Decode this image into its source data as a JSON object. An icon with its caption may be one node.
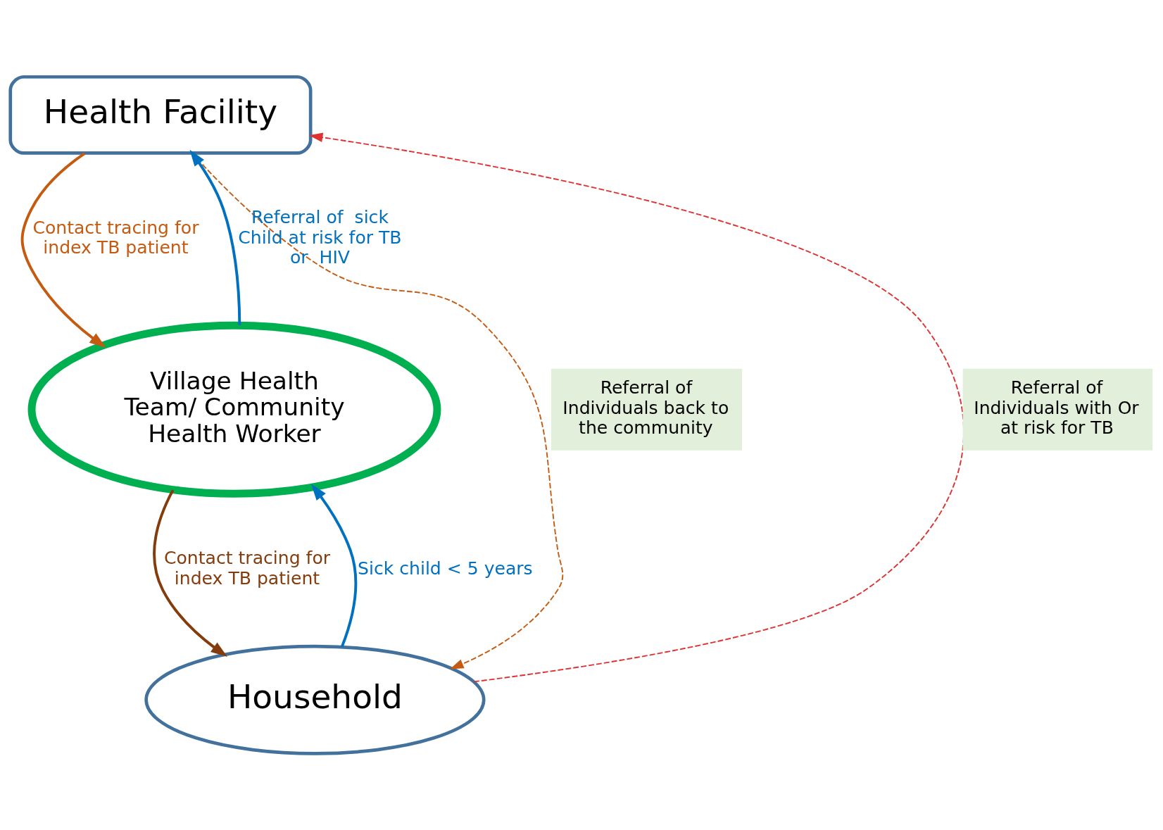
{
  "diagram": {
    "nodes": [
      {
        "text": [
          "Health Facility"
        ]
      },
      {
        "text": [
          "Village Health Team/ Community Health Worker"
        ]
      },
      {
        "text": [
          "Household"
        ]
      }
    ],
    "edges": [
      {
        "from": 0,
        "to": 1,
        "arrow": "to",
        "label": "Contact tracing for index TB patient",
        "color": "#c55a11"
      },
      {
        "from": 1,
        "to": 0,
        "arrow": "to",
        "label": "Referral of  sick Child at risk for TB or  HIV",
        "color": "#0070c0"
      },
      {
        "from": 1,
        "to": 2,
        "arrow": "to",
        "label": "Contact tracing for index TB patient",
        "color": "#843c0c"
      },
      {
        "from": 2,
        "to": 1,
        "arrow": "to",
        "label": "Sick child < 5 years",
        "color": "#0070c0"
      },
      {
        "from": 2,
        "to": 0,
        "arrow": "to",
        "label": "Referral of Individuals with Or at risk for TB",
        "style": "dashed",
        "color": "#e03030"
      },
      {
        "from": 0,
        "to": 2,
        "arrow": "to",
        "label": "Referral of Individuals back to the community",
        "style": "dashed",
        "color": "#c55a11"
      }
    ]
  }
}
